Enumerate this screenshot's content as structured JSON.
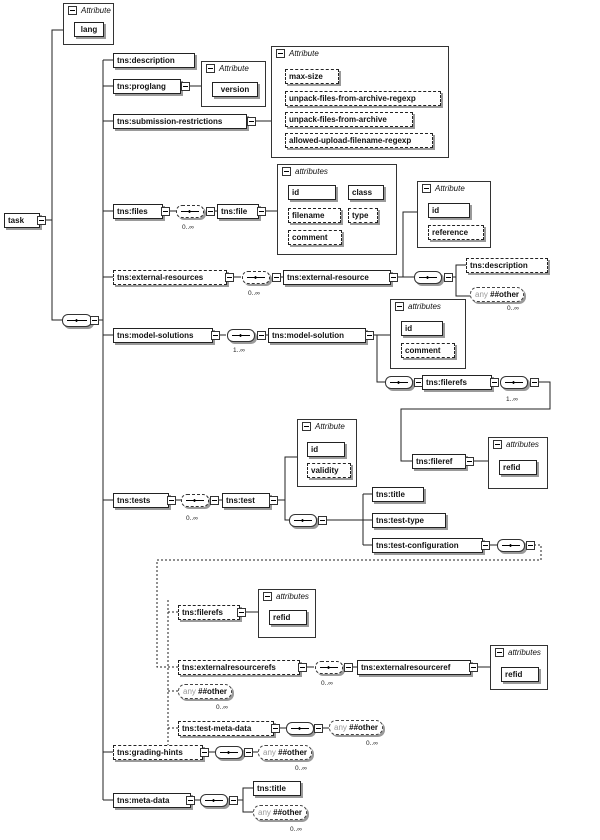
{
  "root": {
    "label": "task"
  },
  "root_attribute_group": {
    "title": "Attribute",
    "items": [
      "lang"
    ]
  },
  "elements": {
    "description": "tns:description",
    "proglang": "tns:proglang",
    "submission_restrictions": "tns:submission-restrictions",
    "files": "tns:files",
    "file": "tns:file",
    "external_resources": "tns:external-resources",
    "external_resource": "tns:external-resource",
    "er_description": "tns:description",
    "model_solutions": "tns:model-solutions",
    "model_solution": "tns:model-solution",
    "filerefs": "tns:filerefs",
    "fileref": "tns:fileref",
    "tests": "tns:tests",
    "test": "tns:test",
    "title": "tns:title",
    "test_type": "tns:test-type",
    "test_configuration": "tns:test-configuration",
    "tc_filerefs": "tns:filerefs",
    "externalresourcerefs": "tns:externalresourcerefs",
    "externalresourceref": "tns:externalresourceref",
    "test_meta_data": "tns:test-meta-data",
    "grading_hints": "tns:grading-hints",
    "meta_data": "tns:meta-data",
    "md_title": "tns:title"
  },
  "attribute_groups": {
    "proglang": {
      "title": "Attribute",
      "items": [
        "version"
      ]
    },
    "submission_restrictions": {
      "title": "Attribute",
      "items": [
        "max-size",
        "unpack-files-from-archive-regexp",
        "unpack-files-from-archive",
        "allowed-upload-filename-regexp"
      ]
    },
    "file": {
      "title": "attributes",
      "items": [
        "id",
        "class",
        "filename",
        "type",
        "comment"
      ]
    },
    "external_resource": {
      "title": "Attribute",
      "items": [
        "id",
        "reference"
      ]
    },
    "model_solution": {
      "title": "attributes",
      "items": [
        "id",
        "comment"
      ]
    },
    "fileref": {
      "title": "attributes",
      "items": [
        "refid"
      ]
    },
    "test": {
      "title": "Attribute",
      "items": [
        "id",
        "validity"
      ]
    },
    "tc_filerefs": {
      "title": "attributes",
      "items": [
        "refid"
      ]
    },
    "externalresourceref": {
      "title": "attributes",
      "items": [
        "refid"
      ]
    }
  },
  "wildcard": {
    "any": "any",
    "other": "##other"
  },
  "cardinality": {
    "zero_many": "0..∞",
    "one_many": "1..∞"
  }
}
